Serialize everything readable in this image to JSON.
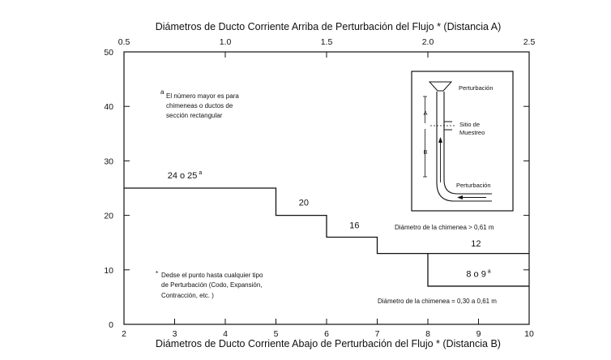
{
  "chart_data": {
    "type": "line",
    "title": "",
    "top_axis_label": "Diámetros de Ducto Corriente Arriba de Perturbación del Flujo * (Distancia A)",
    "bottom_axis_label": "Diámetros de Ducto Corriente Abajo de Perturbación del Flujo * (Distancia B)",
    "ylabel": "",
    "xlim": [
      2,
      10
    ],
    "ylim": [
      0,
      50
    ],
    "top_xlim": [
      0.5,
      2.5
    ],
    "x_ticks": [
      "2",
      "3",
      "4",
      "5",
      "6",
      "7",
      "8",
      "9",
      "10"
    ],
    "top_ticks": [
      "0.5",
      "1.0",
      "1.5",
      "2.0",
      "2.5"
    ],
    "y_ticks": [
      "0",
      "10",
      "20",
      "30",
      "40",
      "50"
    ],
    "grid": false,
    "series": [
      {
        "name": "Diámetro de la chimenea > 0,61 m",
        "x": [
          2,
          5,
          5,
          6,
          6,
          7,
          7,
          10
        ],
        "y": [
          25,
          25,
          20,
          20,
          16,
          16,
          13,
          13
        ]
      },
      {
        "name": "Diámetro de la chimenea = 0,30 a 0,61 m",
        "x": [
          8,
          8,
          10
        ],
        "y": [
          13,
          7,
          7
        ]
      }
    ],
    "step_labels": [
      {
        "text": "24 o 25",
        "sup": "a",
        "x": 3.2,
        "y": 26.8
      },
      {
        "text": "20",
        "sup": "",
        "x": 5.55,
        "y": 21.8
      },
      {
        "text": "16",
        "sup": "",
        "x": 6.55,
        "y": 17.6
      },
      {
        "text": "12",
        "sup": "",
        "x": 8.95,
        "y": 14.3
      },
      {
        "text": "8 o 9",
        "sup": "a",
        "x": 9.0,
        "y": 8.7
      }
    ],
    "annotations": {
      "note_a": [
        "El número mayor es para",
        "chimeneas o ductos de",
        "sección rectangular"
      ],
      "note_a_marker": "a",
      "note_star": [
        "Dedse el punto hasta cualquier tipo",
        "de Perturbación (Codo, Expansión,",
        "Contracción, etc. )"
      ],
      "note_star_marker": "*",
      "series1_label": "Diámetro de la chimenea > 0,61 m",
      "series2_label": "Diámetro de la chimenea = 0,30 a 0,61 m"
    },
    "inset": {
      "top_label": "Perturbación",
      "middle_label_1": "Sitio de",
      "middle_label_2": "Muestreo",
      "bottom_label": "Perturbación",
      "dim_a": "A",
      "dim_b": "B"
    }
  }
}
